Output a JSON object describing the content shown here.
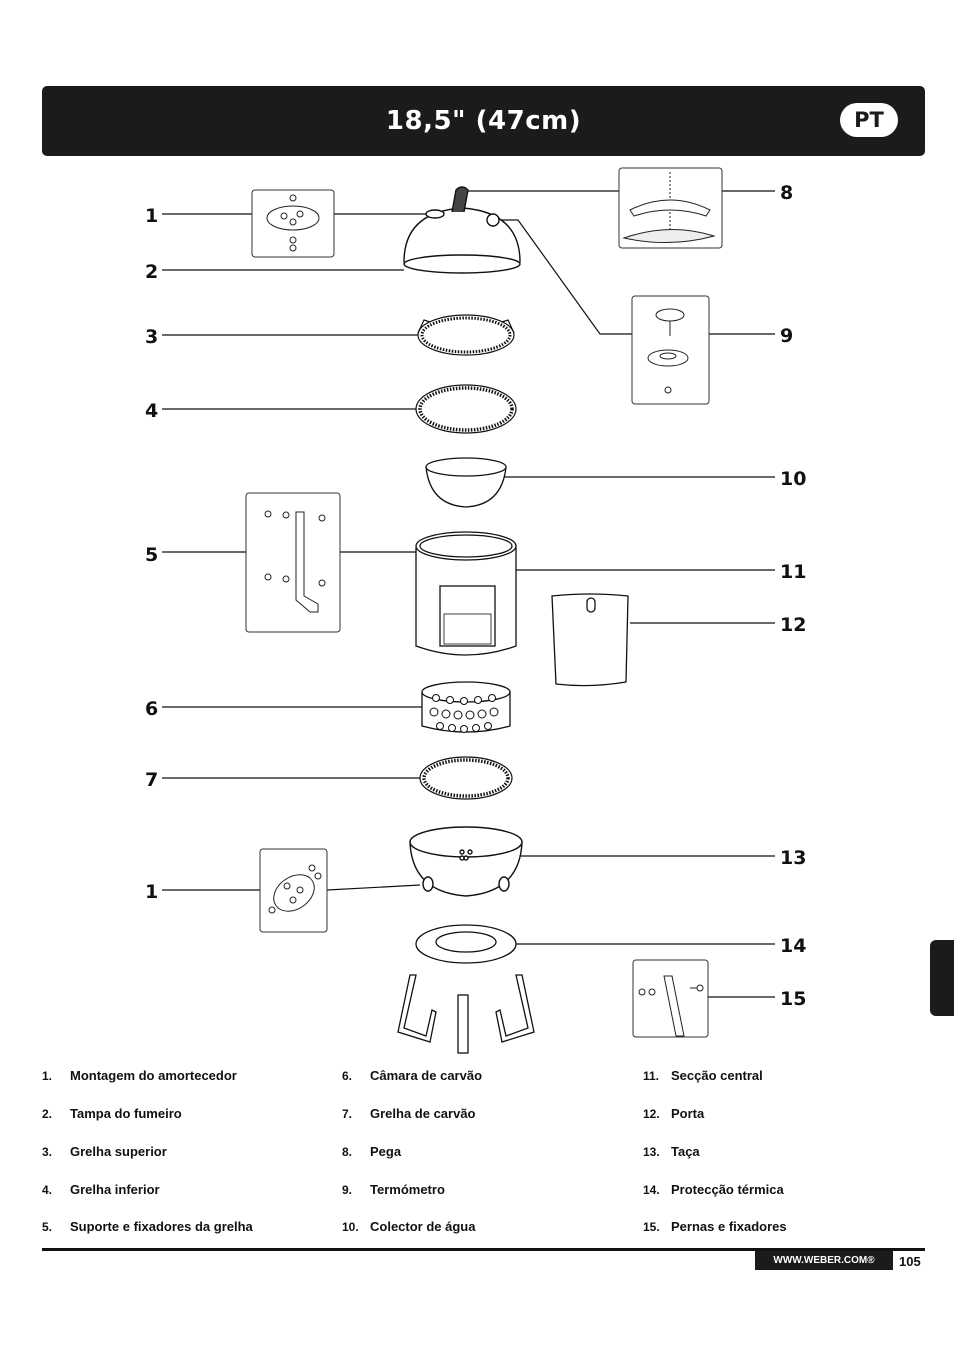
{
  "header": {
    "title": "18,5\" (47cm)",
    "language": "PT"
  },
  "callouts": [
    "1",
    "2",
    "3",
    "4",
    "5",
    "6",
    "7",
    "1",
    "8",
    "9",
    "10",
    "11",
    "12",
    "13",
    "14",
    "15"
  ],
  "parts": [
    {
      "num": "1.",
      "label": "Montagem do amortecedor"
    },
    {
      "num": "2.",
      "label": "Tampa do fumeiro"
    },
    {
      "num": "3.",
      "label": "Grelha superior"
    },
    {
      "num": "4.",
      "label": "Grelha inferior"
    },
    {
      "num": "5.",
      "label": "Suporte e fixadores da grelha"
    },
    {
      "num": "6.",
      "label": "Câmara de carvão"
    },
    {
      "num": "7.",
      "label": "Grelha de carvão"
    },
    {
      "num": "8.",
      "label": "Pega"
    },
    {
      "num": "9.",
      "label": "Termómetro"
    },
    {
      "num": "10.",
      "label": "Colector de água"
    },
    {
      "num": "11.",
      "label": "Secção central"
    },
    {
      "num": "12.",
      "label": "Porta"
    },
    {
      "num": "13.",
      "label": "Taça"
    },
    {
      "num": "14.",
      "label": "Protecção térmica"
    },
    {
      "num": "15.",
      "label": "Pernas e fixadores"
    }
  ],
  "footer": {
    "url": "WWW.WEBER.COM®",
    "page": "105"
  }
}
